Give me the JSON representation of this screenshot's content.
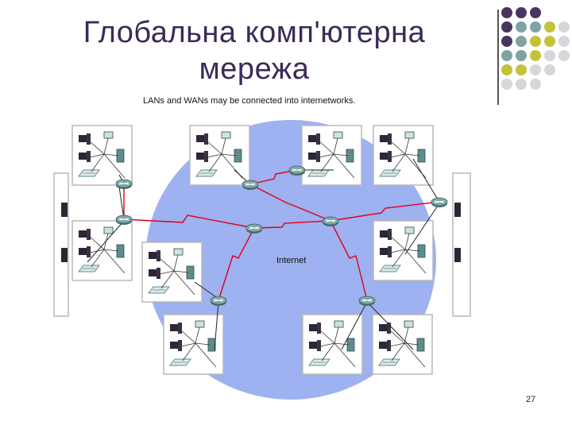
{
  "slide": {
    "title": "Глобальна комп'ютерна мережа",
    "page_number": "27"
  },
  "diagram": {
    "caption": "LANs and WANs may be connected into internetworks.",
    "cloud_label": "Internet"
  },
  "colors": {
    "title": "#3b2a57",
    "cloud": "#9eb1f0",
    "wan_link": "#e0001a",
    "lan_box_border": "#b9b9b9",
    "router": "#5f8d8d",
    "dot_purple": "#4a3560",
    "dot_teal": "#7fa3a3",
    "dot_olive": "#c3c23a",
    "dot_light": "#d6d6dc"
  },
  "icons": [
    "router-icon",
    "switch-icon",
    "computer-icon",
    "printer-icon",
    "server-icon"
  ]
}
